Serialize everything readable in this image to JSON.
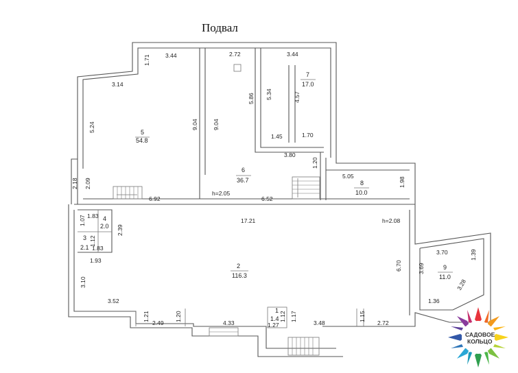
{
  "title": "Подвал",
  "rooms": [
    {
      "id": "r1",
      "number": "1",
      "area": "1.4"
    },
    {
      "id": "r2",
      "number": "2",
      "area": "116.3"
    },
    {
      "id": "r3",
      "number": "3",
      "area": "2.1"
    },
    {
      "id": "r4",
      "number": "4",
      "area": "2.0"
    },
    {
      "id": "r5",
      "number": "5",
      "area": "54.8"
    },
    {
      "id": "r6",
      "number": "6",
      "area": "36.7"
    },
    {
      "id": "r7",
      "number": "7",
      "area": "17.0"
    },
    {
      "id": "r8",
      "number": "8",
      "area": "10.0"
    },
    {
      "id": "r9",
      "number": "9",
      "area": "11.0"
    }
  ],
  "dimensions": {
    "d_344a": "3.44",
    "d_171": "1.71",
    "d_314": "3.14",
    "d_524": "5.24",
    "d_904a": "9.04",
    "d_218": "2.18",
    "d_209": "2.09",
    "d_692": "6.92",
    "d_272a": "2.72",
    "d_904b": "9.04",
    "d_586": "5.86",
    "d_344b": "3.44",
    "d_534": "5.34",
    "d_457": "4.57",
    "d_145": "1.45",
    "d_170": "1.70",
    "d_380": "3.80",
    "d_120a": "1.20",
    "d_h205": "h=2.05",
    "d_652": "6.52",
    "d_505": "5.05",
    "d_198": "1.98",
    "d_107": "1.07",
    "d_183a": "1.83",
    "d_239": "2.39",
    "d_112a": "1.12",
    "d_183b": "1.83",
    "d_1721": "17.21",
    "d_h208": "h=2.08",
    "d_193": "1.93",
    "d_670": "6.70",
    "d_370": "3.70",
    "d_369": "3.69",
    "d_139": "1.39",
    "d_328": "3.28",
    "d_310": "3.10",
    "d_352": "3.52",
    "d_136": "1.36",
    "d_121": "1.21",
    "d_249": "2.49",
    "d_120b": "1.20",
    "d_433": "4.33",
    "d_127": "1.27",
    "d_112b": "1.12",
    "d_117": "1.17",
    "d_348": "3.48",
    "d_115": "1.15",
    "d_272b": "2.72"
  },
  "logo": {
    "line1": "САДОВОЕ",
    "line2": "КОЛЬЦО"
  }
}
